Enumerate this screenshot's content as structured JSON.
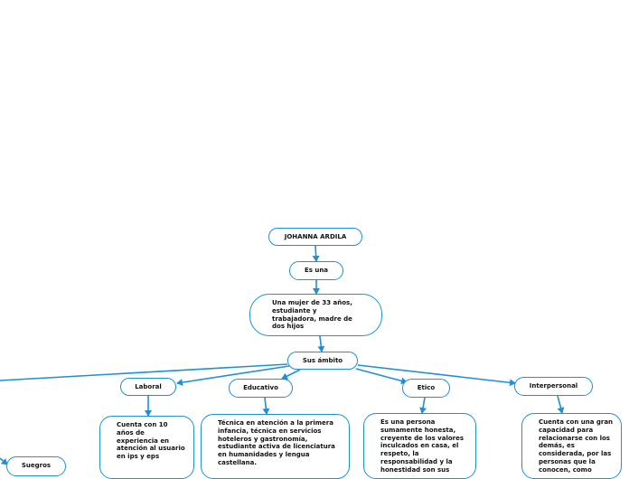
{
  "colors": {
    "line": "#1f8fd6",
    "border": "#1f8fd6",
    "text": "#111111",
    "background": "#ffffff"
  },
  "nodes": {
    "root": "JOHANNA ARDILA",
    "es_una": "Es una",
    "description": "Una mujer de 33 años, estudiante y trabajadora, madre de dos hijos",
    "ambito": "Sus ámbito",
    "laboral": "Laboral",
    "educativo": "Educativo",
    "etico": "Etico",
    "interpersonal": "Interpersonal",
    "suegros": "Suegros",
    "laboral_detail": "Cuenta con 10 años de experiencia en atención al usuario  en ips y eps",
    "educativo_detail": "Técnica en atención a la primera infancia, técnica en servicios hoteleros y gastronomía, estudiante activa de licenciatura en humanidades y lengua castellana.",
    "etico_detail": "Es una persona sumamente honesta, creyente de los valores inculcados en casa, el respeto, la responsabilidad y la honestidad son sus",
    "interpersonal_detail": "Cuenta con una gran capacidad para relacionarse con los demás, es considerada, por las personas que la conocen, como"
  }
}
